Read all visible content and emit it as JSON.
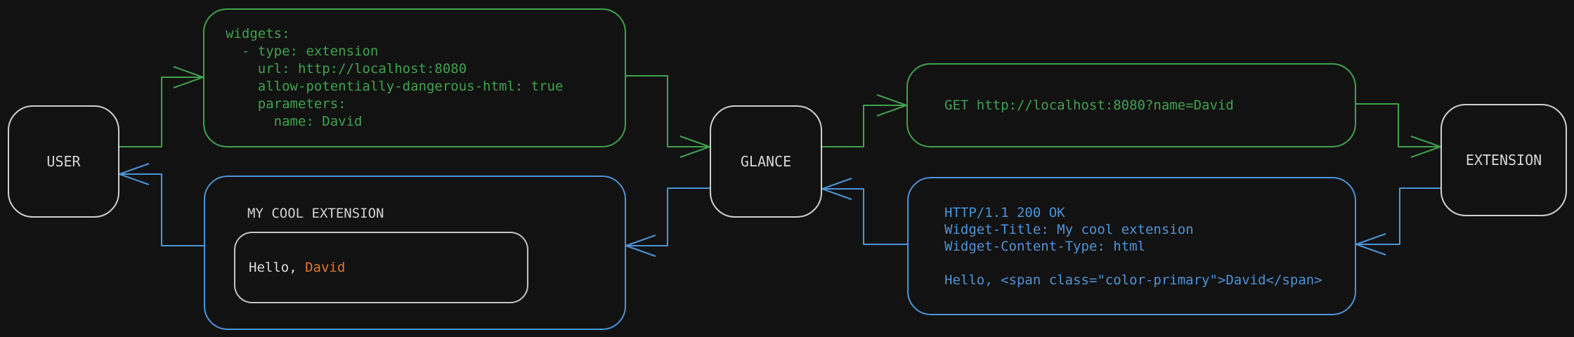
{
  "diagram": {
    "title": "glance-extension-request-flow",
    "nodes": {
      "user": {
        "label": "USER"
      },
      "glance": {
        "label": "GLANCE"
      },
      "extension": {
        "label": "EXTENSION"
      }
    },
    "config_box": {
      "lines": [
        "widgets:",
        "  - type: extension",
        "    url: http://localhost:8080",
        "    allow-potentially-dangerous-html: true",
        "    parameters:",
        "      name: David"
      ]
    },
    "request_box": {
      "text": "GET http://localhost:8080?name=David"
    },
    "response_box": {
      "lines": [
        "HTTP/1.1 200 OK",
        "Widget-Title: My cool extension",
        "Widget-Content-Type: html",
        "",
        "Hello, <span class=\"color-primary\">David</span>"
      ]
    },
    "widget_box": {
      "title": "MY COOL EXTENSION",
      "greeting_prefix": "Hello, ",
      "greeting_name": "David"
    },
    "flows": [
      {
        "from": "user",
        "to": "config_box",
        "color": "green"
      },
      {
        "from": "config_box",
        "to": "glance",
        "color": "green"
      },
      {
        "from": "glance",
        "to": "request_box",
        "color": "green"
      },
      {
        "from": "request_box",
        "to": "extension",
        "color": "green"
      },
      {
        "from": "extension",
        "to": "response_box",
        "color": "blue"
      },
      {
        "from": "response_box",
        "to": "glance",
        "color": "blue"
      },
      {
        "from": "glance",
        "to": "widget_box",
        "color": "blue"
      },
      {
        "from": "widget_box",
        "to": "user",
        "color": "blue"
      }
    ],
    "colors": {
      "green": "#3fa24f",
      "blue": "#4d94d8",
      "orange": "#e2772e",
      "node-border": "#cfcfcf",
      "bg": "#121212"
    }
  }
}
